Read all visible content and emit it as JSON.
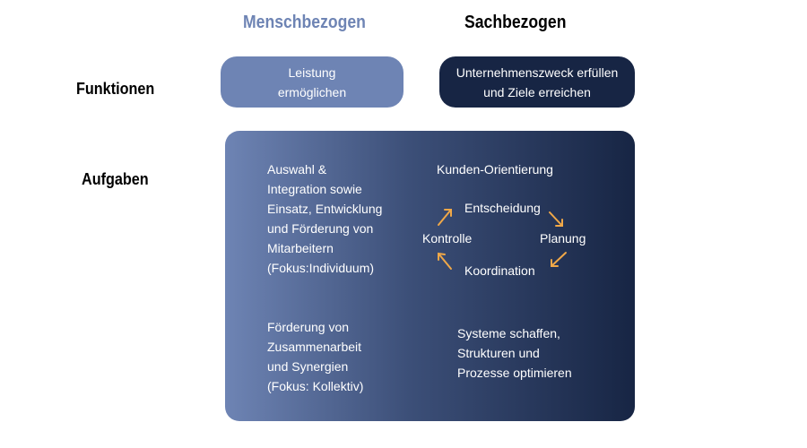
{
  "columns": {
    "human": "Menschbezogen",
    "task": "Sachbezogen"
  },
  "rows": {
    "functions": "Funktionen",
    "tasks": "Aufgaben"
  },
  "functions": {
    "human": "Leistung\nermöglichen",
    "task": "Unternehmenszweck erfüllen\nund Ziele erreichen"
  },
  "tasks": {
    "human_individual": "Auswahl &\nIntegration sowie\nEinsatz, Entwicklung\nund Förderung von\nMitarbeitern\n(Fokus:Individuum)",
    "human_collective": "Förderung von\nZusammenarbeit\nund Synergien\n(Fokus: Kollektiv)",
    "task_orientation": "Kunden-Orientierung",
    "cycle": [
      "Entscheidung",
      "Planung",
      "Koordination",
      "Kontrolle"
    ],
    "task_systems": "Systeme schaffen,\nStrukturen und\nProzesse optimieren"
  },
  "colors": {
    "light": "#6e84b4",
    "dark": "#172544",
    "arrow": "#f0a848"
  }
}
